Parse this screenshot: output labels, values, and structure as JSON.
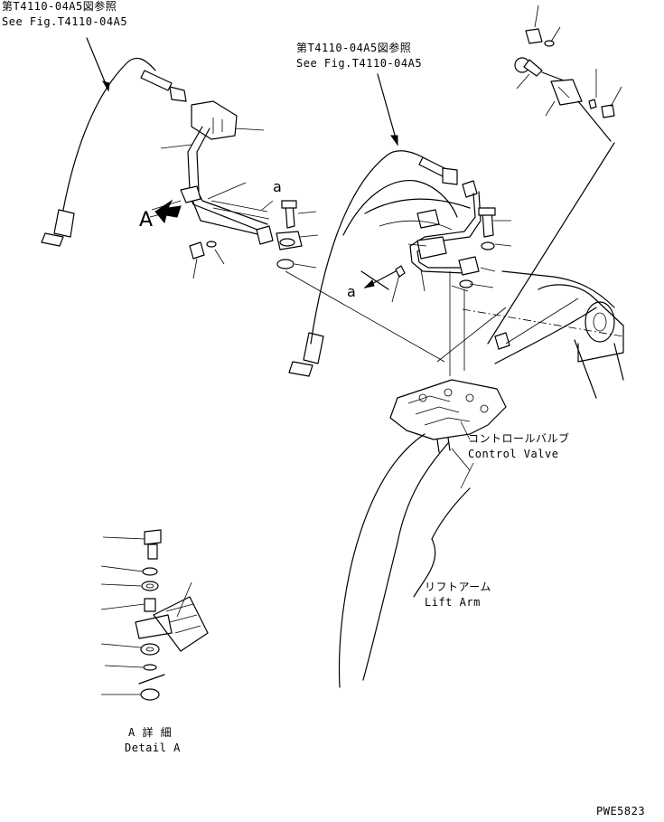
{
  "labels": {
    "ref_left_jp": "第T4110-04A5図参照",
    "ref_left_en": "See Fig.T4110-04A5",
    "ref_center_jp": "第T4110-04A5図参照",
    "ref_center_en": "See Fig.T4110-04A5",
    "view_letter": "A",
    "mark_a_top": "a",
    "mark_a_mid": "a",
    "control_valve_jp": "コントロールバルブ",
    "control_valve_en": "Control Valve",
    "lift_arm_jp": "リフトアーム",
    "lift_arm_en": "Lift Arm",
    "detail_jp": "A 詳 細",
    "detail_en": "Detail A",
    "drawing_code": "PWE5823"
  }
}
